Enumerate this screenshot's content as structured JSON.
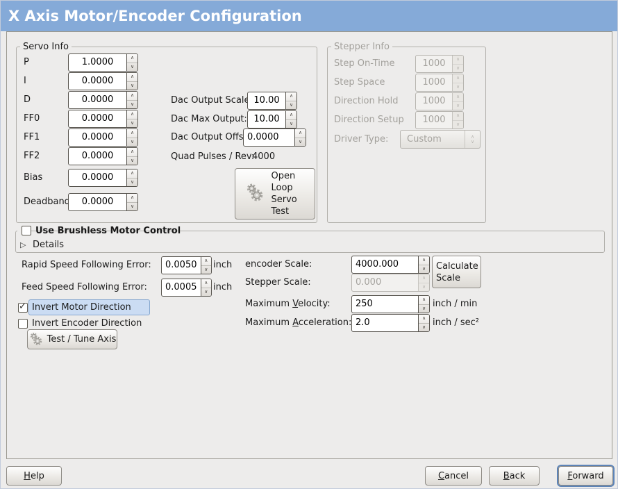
{
  "window": {
    "title": "X Axis Motor/Encoder Configuration"
  },
  "colors": {
    "titlebar": "#85aad8",
    "background": "#edeceb",
    "selection_highlight": "#cbdcf3",
    "focus_ring": "#5d84b8"
  },
  "servo_info": {
    "legend": "Servo Info",
    "fields": [
      {
        "label": "P",
        "value": "1.0000"
      },
      {
        "label": "I",
        "value": "0.0000"
      },
      {
        "label": "D",
        "value": "0.0000"
      },
      {
        "label": "FF0",
        "value": "0.0000"
      },
      {
        "label": "FF1",
        "value": "0.0000"
      },
      {
        "label": "FF2",
        "value": "0.0000"
      },
      {
        "label": "Bias",
        "value": "0.0000"
      },
      {
        "label": "Deadband",
        "value": "0.0000"
      }
    ],
    "dac_output_scale": {
      "label": "Dac Output Scale:",
      "value": "10.00"
    },
    "dac_max_output": {
      "label": "Dac Max Output:",
      "value": "10.00"
    },
    "dac_output_offset": {
      "label": "Dac Output Offset:",
      "value": "0.0000"
    },
    "quad_pulses": {
      "label": "Quad Pulses / Rev:",
      "value": "4000"
    },
    "open_loop_button": "Open Loop Servo Test"
  },
  "stepper_info": {
    "legend": "Stepper Info",
    "fields": [
      {
        "label": "Step On-Time",
        "value": "1000"
      },
      {
        "label": "Step Space",
        "value": "1000"
      },
      {
        "label": "Direction Hold",
        "value": "1000"
      },
      {
        "label": "Direction Setup",
        "value": "1000"
      }
    ],
    "driver_type": {
      "label": "Driver Type:",
      "value": "Custom"
    }
  },
  "brushless": {
    "title": "Use Brushless Motor Control",
    "details": "Details"
  },
  "following_errors": [
    {
      "label": "Rapid Speed Following Error:",
      "value": "0.0050",
      "unit": "inch"
    },
    {
      "label": "Feed Speed Following Error:",
      "value": "0.0005",
      "unit": "inch"
    }
  ],
  "scaling": {
    "encoder_scale": {
      "label": "encoder Scale:",
      "value": "4000.000"
    },
    "calculate_button": "Calculate Scale",
    "stepper_scale": {
      "label": "Stepper Scale:",
      "value": "0.000"
    },
    "max_velocity": {
      "label": "Maximum Velocity:",
      "value": "250",
      "unit": "inch / min"
    },
    "max_acceleration": {
      "label": "Maximum Acceleration:",
      "value": "2.0",
      "unit": "inch / sec²"
    }
  },
  "direction": {
    "invert_motor": "Invert Motor Direction",
    "invert_encoder": "Invert Encoder Direction",
    "test_button": "Test / Tune Axis"
  },
  "footer": {
    "help": "Help",
    "cancel": "Cancel",
    "back": "Back",
    "forward": "Forward"
  }
}
